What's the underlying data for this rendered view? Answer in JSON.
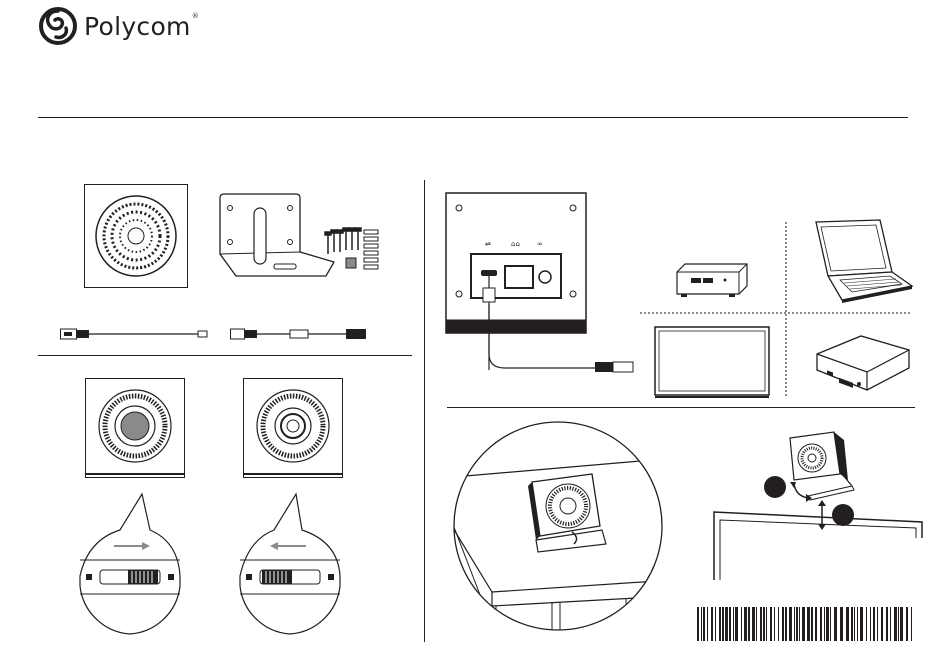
{
  "brand": {
    "name": "Polycom",
    "trademark": "®",
    "logo_icon": "polycom-swirl-icon"
  },
  "figures": {
    "kit_contents": {
      "items": [
        "speaker-puck-icon",
        "wall-mount-bracket-icon",
        "screws-and-anchors-icon",
        "usb-cable-icon",
        "usb-extension-cable-icon"
      ]
    },
    "privacy_shutter": {
      "states": [
        {
          "icon": "lens-covered-icon",
          "direction": "right"
        },
        {
          "icon": "lens-open-icon",
          "direction": "left"
        }
      ]
    },
    "connection": {
      "devices": [
        "camera-back-panel-icon",
        "mini-pc-icon",
        "laptop-icon",
        "monitor-icon",
        "set-top-box-icon"
      ]
    },
    "mounting": {
      "steps": [
        "1",
        "2"
      ],
      "icons": [
        "tabletop-mount-icon",
        "monitor-clip-mount-icon"
      ]
    }
  },
  "barcode": {
    "icon": "barcode-icon"
  },
  "colors": {
    "ink": "#231f20",
    "background": "#ffffff",
    "grey": "#8a8a8a"
  }
}
